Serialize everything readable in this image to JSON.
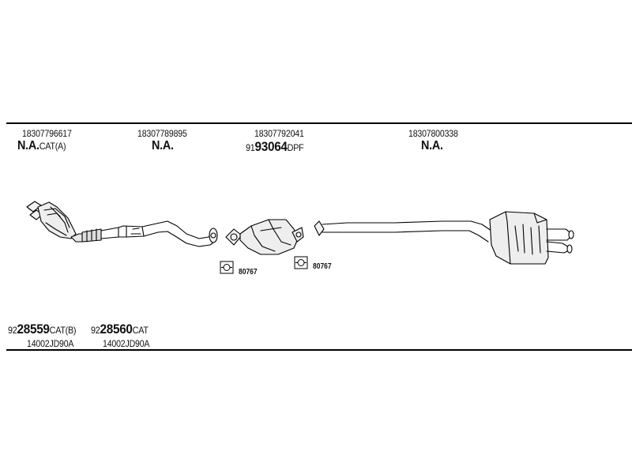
{
  "header_parts": [
    {
      "number": "18307796617",
      "code": "N.A.",
      "suffix": "CAT(A)"
    },
    {
      "number": "18307789895",
      "code": "N.A.",
      "suffix": ""
    },
    {
      "number": "18307792041",
      "prefix": "91",
      "code": "93064",
      "suffix": "DPF"
    },
    {
      "number": "18307800338",
      "code": "N.A.",
      "suffix": ""
    }
  ],
  "clamps": [
    {
      "number": "80767"
    },
    {
      "number": "80767"
    }
  ],
  "footer_parts": [
    {
      "prefix": "92",
      "code": "28559",
      "suffix": "CAT(B)",
      "number": "14002JD90A"
    },
    {
      "prefix": "92",
      "code": "28560",
      "suffix": "CAT",
      "number": "14002JD90A"
    }
  ]
}
